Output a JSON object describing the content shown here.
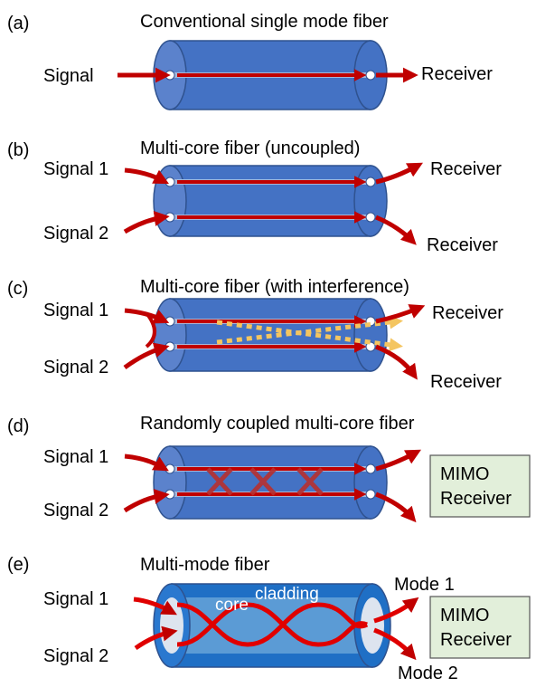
{
  "panels": {
    "a": {
      "label": "(a)",
      "title": "Conventional single mode fiber",
      "inputs": [
        "Signal"
      ],
      "outputs": [
        "Receiver"
      ]
    },
    "b": {
      "label": "(b)",
      "title": "Multi-core fiber (uncoupled)",
      "inputs": [
        "Signal 1",
        "Signal 2"
      ],
      "outputs": [
        "Receiver",
        "Receiver"
      ]
    },
    "c": {
      "label": "(c)",
      "title": "Multi-core fiber (with interference)",
      "inputs": [
        "Signal 1",
        "Signal 2"
      ],
      "outputs": [
        "Receiver",
        "Receiver"
      ]
    },
    "d": {
      "label": "(d)",
      "title": "Randomly coupled multi-core fiber",
      "inputs": [
        "Signal 1",
        "Signal 2"
      ],
      "receiver_lines": [
        "MIMO",
        "Receiver"
      ]
    },
    "e": {
      "label": "(e)",
      "title": "Multi-mode fiber",
      "inputs": [
        "Signal 1",
        "Signal 2"
      ],
      "core_label": "core",
      "cladding_label": "cladding",
      "outputs": [
        "Mode 1",
        "Mode 2"
      ],
      "receiver_lines": [
        "MIMO",
        "Receiver"
      ]
    }
  },
  "colors": {
    "fiber_body": "#4472c4",
    "fiber_edge": "#2f528f",
    "fiber_core": "#a6b6d8",
    "signal_arrow": "#c00000",
    "interference": "#f4c560",
    "receiver_box_fill": "#e2efda",
    "receiver_box_stroke": "#555555",
    "mmf_body": "#1f6fc5",
    "mmf_core": "#5b9bd5",
    "mmf_end": "#dde4ef"
  }
}
